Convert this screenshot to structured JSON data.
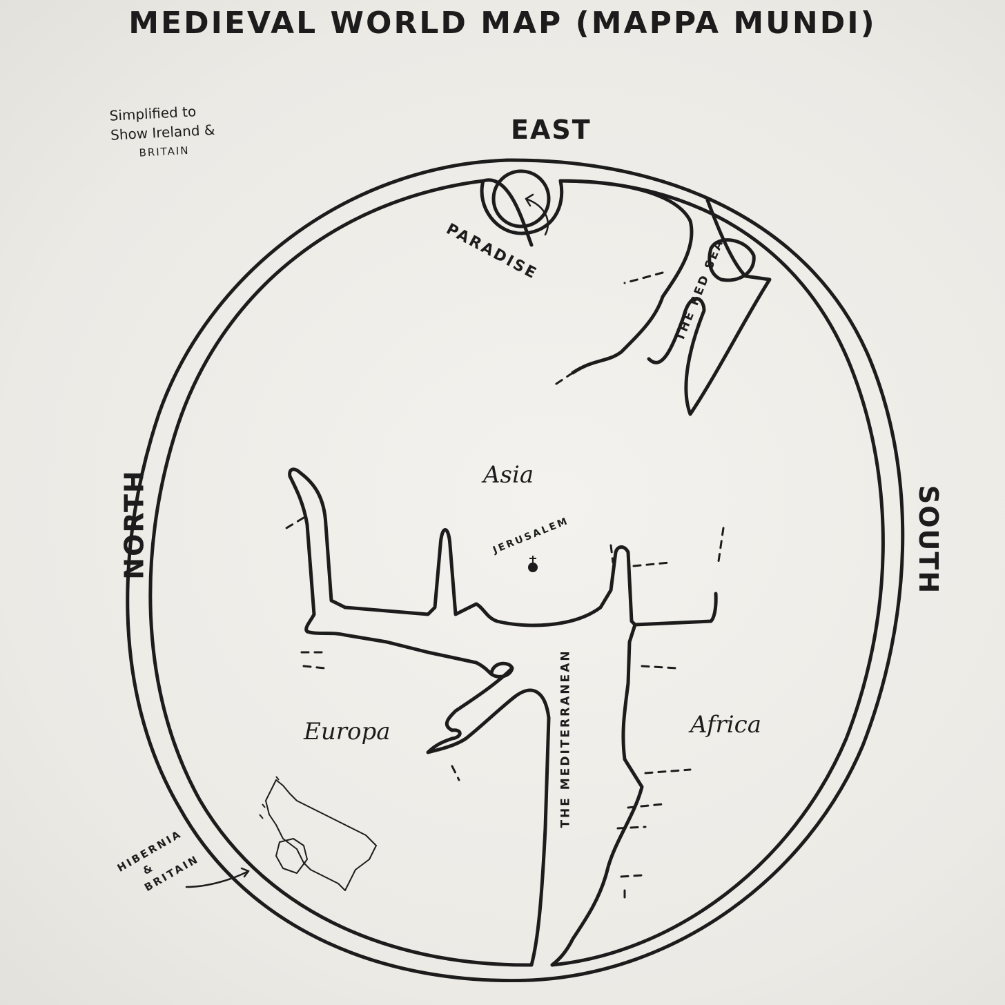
{
  "title": "MEDIEVAL WORLD MAP (MAPPA MUNDI)",
  "note": [
    "Simplified to",
    "Show Ireland &",
    "BRITAIN"
  ],
  "compass": {
    "east": "EAST",
    "north": "NORTH",
    "south": "SOUTH"
  },
  "regions": {
    "asia": "Asia",
    "europa": "Europa",
    "africa": "Africa"
  },
  "places": {
    "paradise": "PARADISE",
    "red_sea": "THE RED SEA",
    "jerusalem": "JERUSALEM",
    "mediterranean": "THE MEDITERRANEAN",
    "hibernia": [
      "HIBERNIA",
      "&",
      "BRITAIN"
    ]
  },
  "ink_color": "#1c1c1c",
  "paper_color": "#efeeea"
}
